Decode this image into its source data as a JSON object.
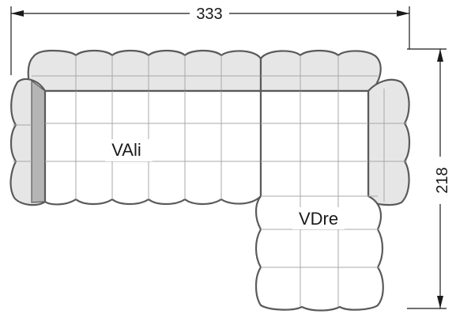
{
  "dimensions": {
    "width_label": "333",
    "depth_label": "218"
  },
  "modules": {
    "left_label": "VAli",
    "right_label": "VDre"
  },
  "colors": {
    "seat_fill": "#ffffff",
    "back_fill": "#e6e6e6",
    "arm_fill": "#e6e6e6",
    "left_arm_inner_fill": "#b5b5b5",
    "outline": "#5a5a5a",
    "grid_line": "#a8a8a8",
    "dimension_line": "#1a1a1a"
  }
}
